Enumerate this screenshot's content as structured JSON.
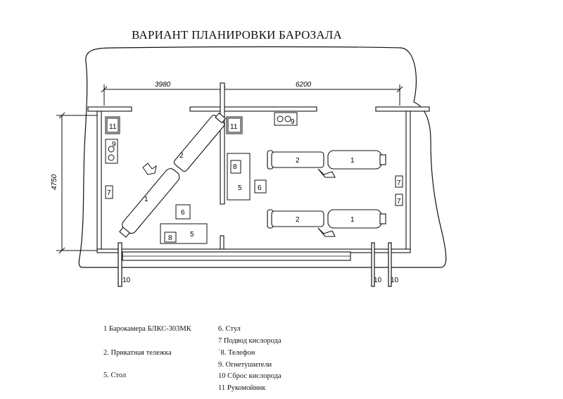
{
  "title": "ВАРИАНТ ПЛАНИРОВКИ БАРОЗАЛА",
  "dimensions": {
    "width_left": "3980",
    "width_right": "6200",
    "height": "4750"
  },
  "labels": {
    "chamber": "1",
    "trolley": "2",
    "table": "5",
    "chair": "6",
    "oxygen": "7",
    "phone": "8",
    "extinguisher": "9",
    "oxygen_release": "10",
    "washbasin": "11"
  },
  "legend": {
    "col1": [
      "1 Барокамера БЛКС-303МК",
      "2. Прикатная тележка",
      "5. Стол"
    ],
    "col2": [
      "6. Стул",
      "7 Подвод кислорода",
      "`8. Телефон",
      "9. Огнетушители",
      "10 Сброс кислорода",
      "11 Рукомойник"
    ]
  }
}
